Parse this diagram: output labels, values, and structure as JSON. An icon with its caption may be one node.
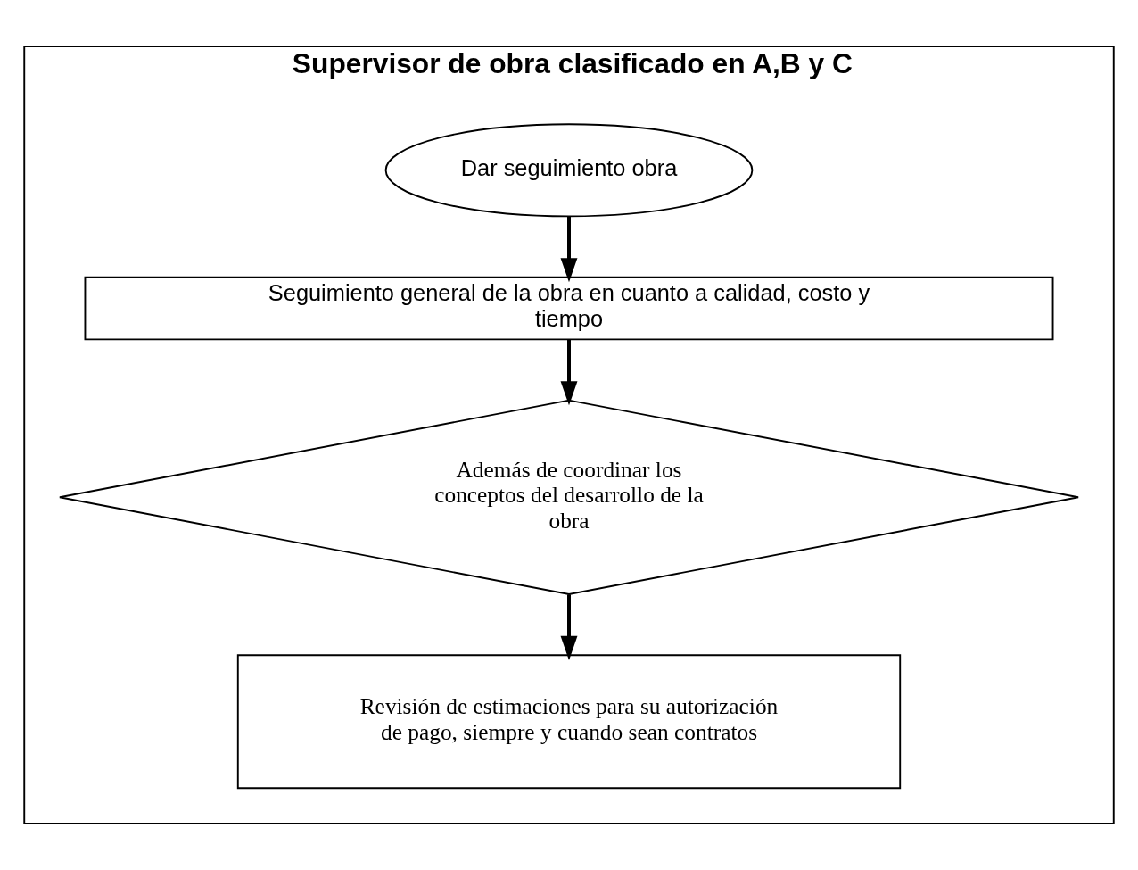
{
  "diagram": {
    "nodes": [
      {
        "text": [
          "Supervisor de obra clasificado en A,B y C"
        ]
      },
      {
        "text": [
          "Dar seguimiento obra"
        ],
        "in": 0
      },
      {
        "text": [
          "Seguimiento general de la obra en cuanto a calidad, costo y tiempo"
        ],
        "in": 0
      },
      {
        "text": [
          "Además de coordinar los conceptos del desarrollo de la obra"
        ],
        "in": 0
      },
      {
        "text": [
          "Revisión de estimaciones para su autorización de pago, siempre y cuando sean contratos"
        ],
        "in": 0
      }
    ],
    "edges": [
      {
        "from": 1,
        "to": 2,
        "arrow": "to"
      },
      {
        "from": 2,
        "to": 3,
        "arrow": "to"
      },
      {
        "from": 3,
        "to": 4,
        "arrow": "to"
      }
    ]
  }
}
